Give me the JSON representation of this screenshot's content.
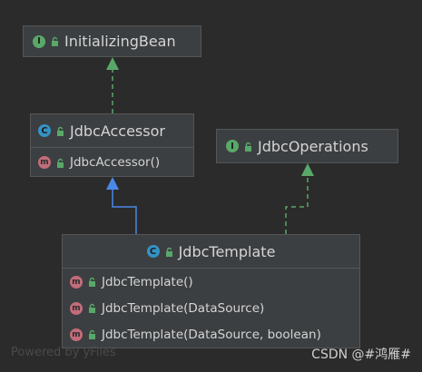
{
  "nodes": {
    "initializing_bean": {
      "badge": "I",
      "name": "InitializingBean"
    },
    "jdbc_accessor": {
      "badge": "C",
      "name": "JdbcAccessor",
      "methods": [
        "JdbcAccessor()"
      ]
    },
    "jdbc_operations": {
      "badge": "I",
      "name": "JdbcOperations"
    },
    "jdbc_template": {
      "badge": "C",
      "name": "JdbcTemplate",
      "methods": [
        "JdbcTemplate()",
        "JdbcTemplate(DataSource)",
        "JdbcTemplate(DataSource, boolean)"
      ]
    }
  },
  "method_badge": "m",
  "colors": {
    "interface_badge": "#59a869",
    "class_badge": "#3592c4",
    "method_badge": "#c26c7a",
    "implements_arrow": "#59a869",
    "extends_arrow": "#4a88e8",
    "lock": "#59a869"
  },
  "footer": {
    "watermark": "Powered by yFiles",
    "credit": "CSDN @#鸿雁#"
  }
}
